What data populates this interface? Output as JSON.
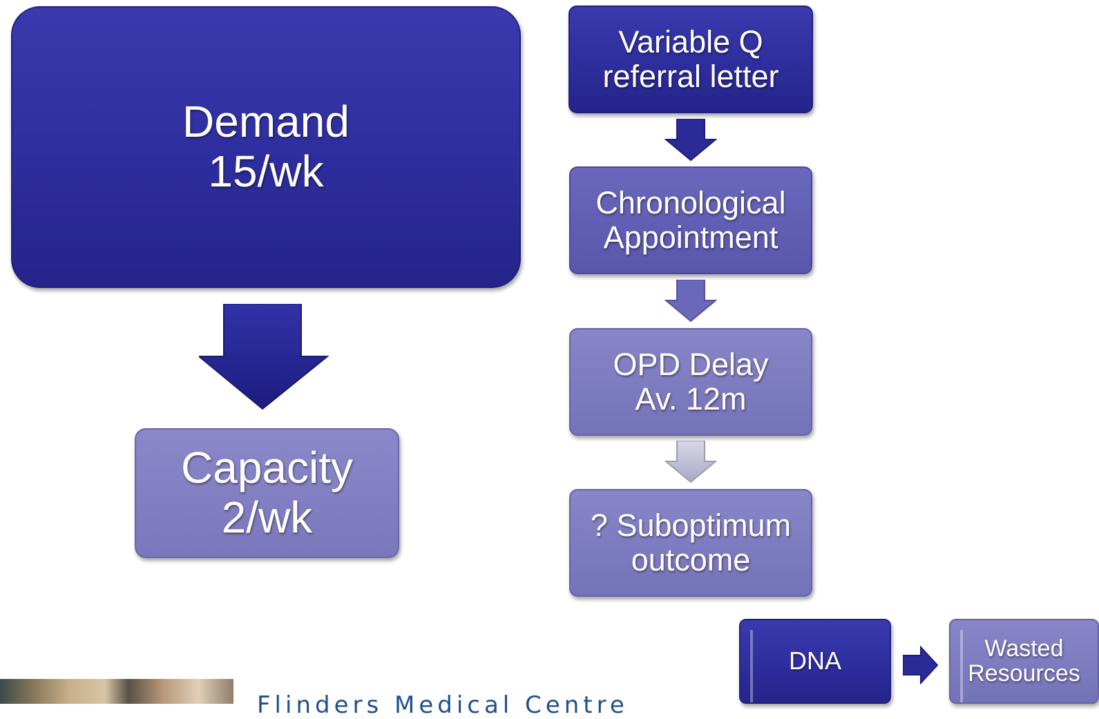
{
  "boxes": {
    "demand": {
      "line1": "Demand",
      "line2": "15/wk"
    },
    "capacity": {
      "line1": "Capacity",
      "line2": "2/wk"
    },
    "referral": {
      "line1": "Variable Q",
      "line2": "referral letter"
    },
    "chronological": {
      "line1": "Chronological",
      "line2": "Appointment"
    },
    "opd": {
      "line1": "OPD Delay",
      "line2": "Av. 12m"
    },
    "suboptimum": {
      "line1": "? Suboptimum",
      "line2": "outcome"
    },
    "dna": {
      "label": "DNA"
    },
    "wasted": {
      "line1": "Wasted",
      "line2": "Resources"
    }
  },
  "footer": {
    "text": "Flinders Medical Centre"
  },
  "colors": {
    "dark_box": "#2e2d9d",
    "mid_box": "#5956ac",
    "light_box": "#7573b8",
    "footer_text": "#1f4f8f"
  }
}
